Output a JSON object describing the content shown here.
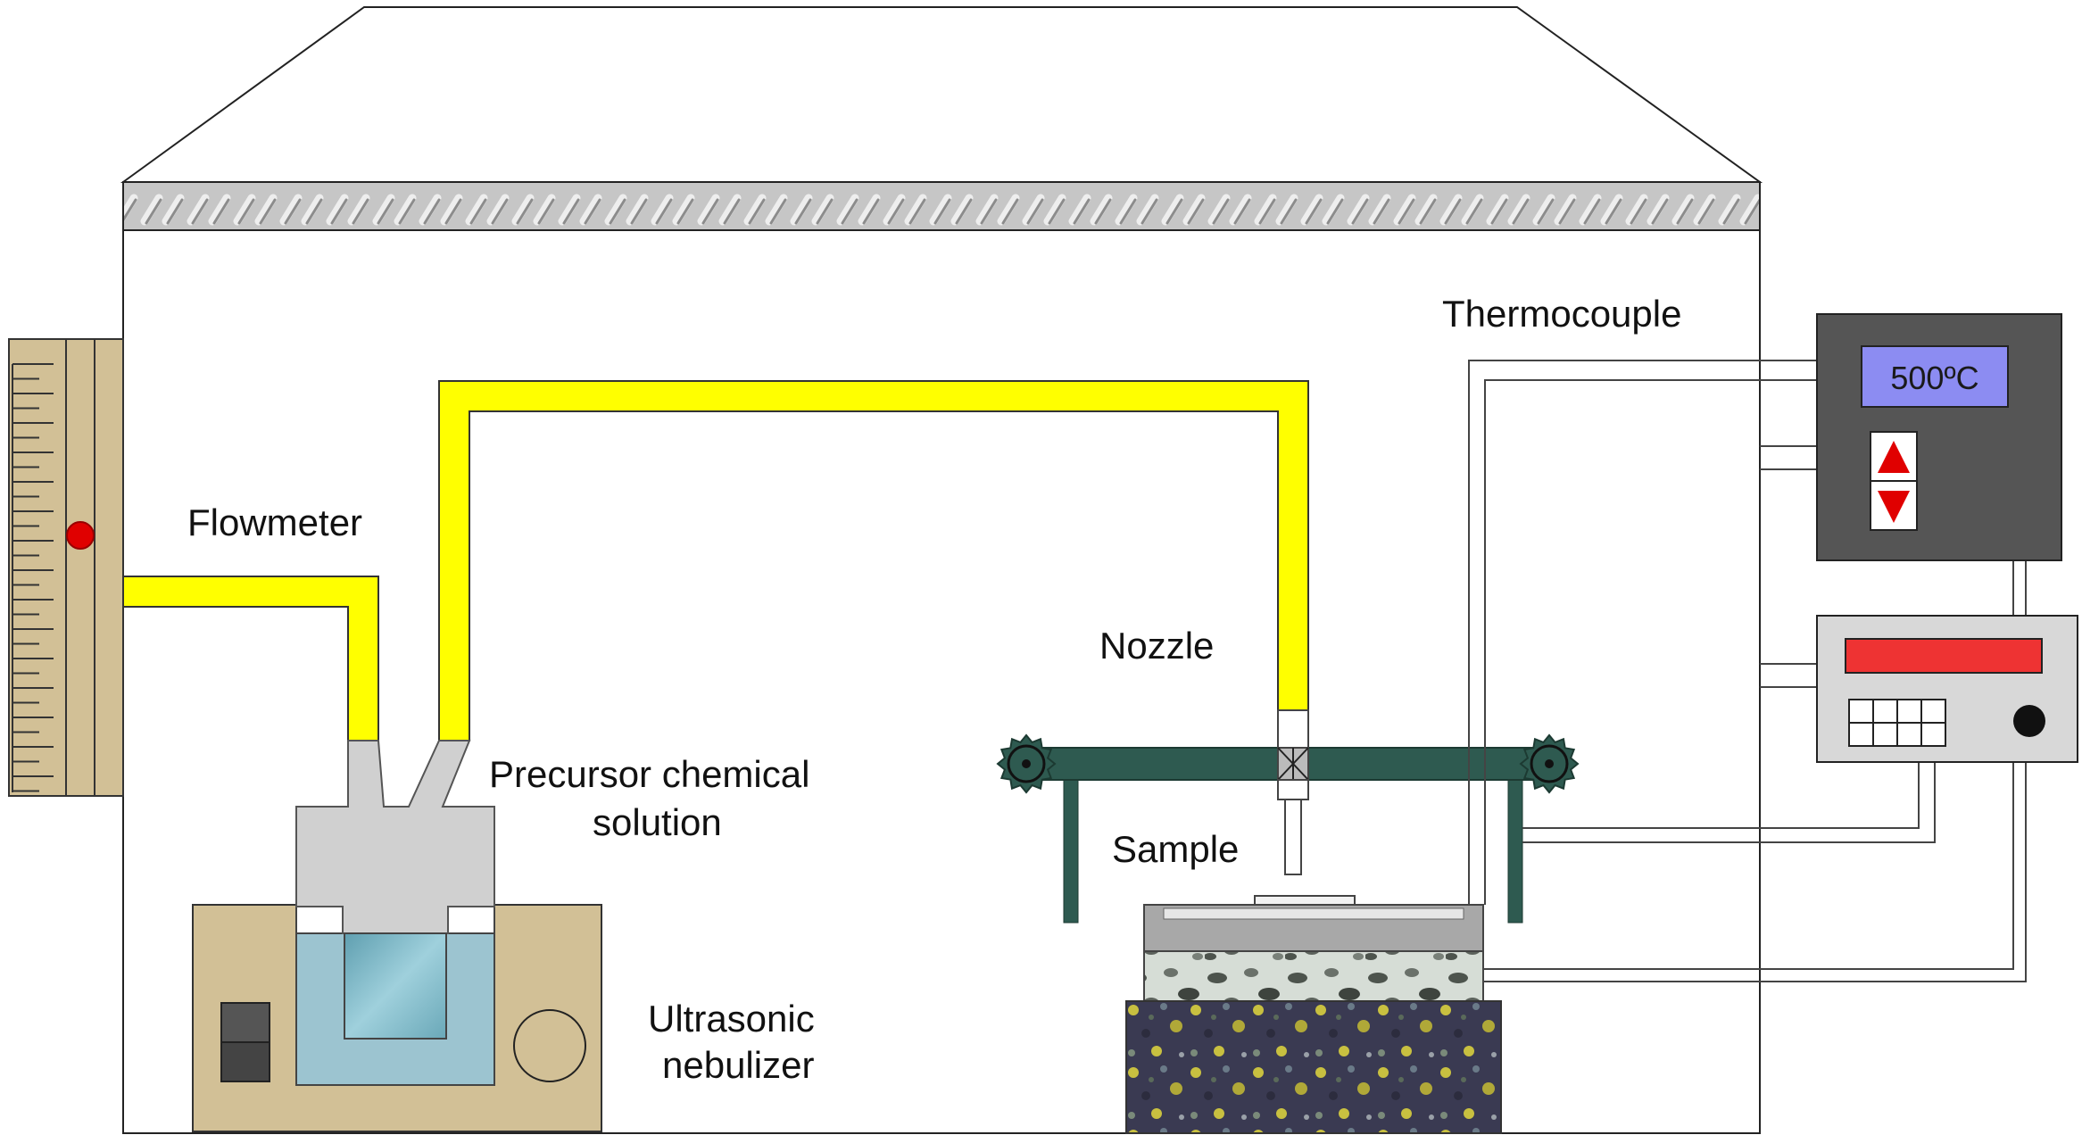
{
  "labels": {
    "flowmeter": "Flowmeter",
    "precursor_line1": "Precursor chemical",
    "precursor_line2": "solution",
    "nozzle": "Nozzle",
    "sample": "Sample",
    "nebulizer_line1": "Ultrasonic",
    "nebulizer_line2": "nebulizer",
    "thermocouple": "Thermocouple"
  },
  "controller": {
    "display": "500ºC"
  },
  "colors": {
    "tube": "#ffff00",
    "controller_body": "#555555",
    "display_bg": "#8c8cf2",
    "arrow": "#e00000",
    "rail": "#2e5a50",
    "nebulizer_base": "#d2c096",
    "liquid": "#9cc4d0",
    "flowmeter_body": "#d2c096",
    "flow_indicator": "#e00000",
    "readout_bar": "#ee3333"
  },
  "icons": {
    "up": "up-arrow-icon",
    "down": "down-arrow-icon"
  }
}
